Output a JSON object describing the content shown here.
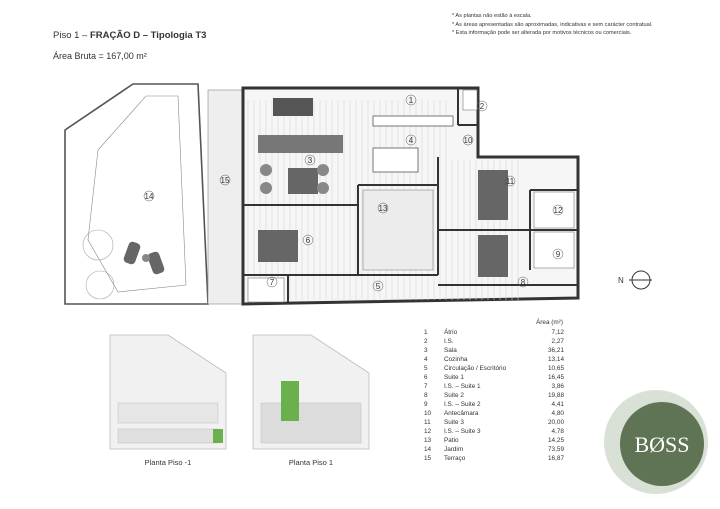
{
  "header": {
    "title_prefix": "Piso 1 – ",
    "title_bold": "FRAÇÃO D – Tipologia T3",
    "area_label": "Área Bruta = 167,00 m²"
  },
  "notes": [
    "* As plantas não estão à escala.",
    "* As áreas apresentadas são aproximadas, indicativas e sem carácter contratual.",
    "* Esta informação pode ser alterada por motivos técnicos ou comerciais."
  ],
  "plan_numbers": [
    "1",
    "2",
    "3",
    "4",
    "5",
    "6",
    "7",
    "8",
    "9",
    "10",
    "11",
    "12",
    "13",
    "14",
    "15"
  ],
  "compass_label": "N",
  "thumbnails": [
    {
      "label": "Planta Piso -1"
    },
    {
      "label": "Planta Piso 1"
    }
  ],
  "legend": {
    "header": "Área (m²)",
    "rows": [
      {
        "n": "1",
        "name": "Átrio",
        "area": "7,12"
      },
      {
        "n": "2",
        "name": "I.S.",
        "area": "2,27"
      },
      {
        "n": "3",
        "name": "Sala",
        "area": "36,21"
      },
      {
        "n": "4",
        "name": "Cozinha",
        "area": "13,14"
      },
      {
        "n": "5",
        "name": "Circulação / Escritório",
        "area": "10,65"
      },
      {
        "n": "6",
        "name": "Suite 1",
        "area": "16,45"
      },
      {
        "n": "7",
        "name": "I.S. – Suite 1",
        "area": "3,86"
      },
      {
        "n": "8",
        "name": "Suite 2",
        "area": "19,88"
      },
      {
        "n": "9",
        "name": "I.S. – Suite 2",
        "area": "4,41"
      },
      {
        "n": "10",
        "name": "Antecâmara",
        "area": "4,80"
      },
      {
        "n": "11",
        "name": "Suite 3",
        "area": "20,00"
      },
      {
        "n": "12",
        "name": "I.S. – Suite 3",
        "area": "4,78"
      },
      {
        "n": "13",
        "name": "Patio",
        "area": "14,25"
      },
      {
        "n": "14",
        "name": "Jardim",
        "area": "73,59"
      },
      {
        "n": "15",
        "name": "Terraço",
        "area": "16,87"
      }
    ]
  },
  "logo": {
    "text": "BØSS",
    "color": "#5f7455"
  },
  "colors": {
    "highlight": "#6ab04c",
    "wall": "#333333",
    "floor": "#cfcfcf"
  }
}
